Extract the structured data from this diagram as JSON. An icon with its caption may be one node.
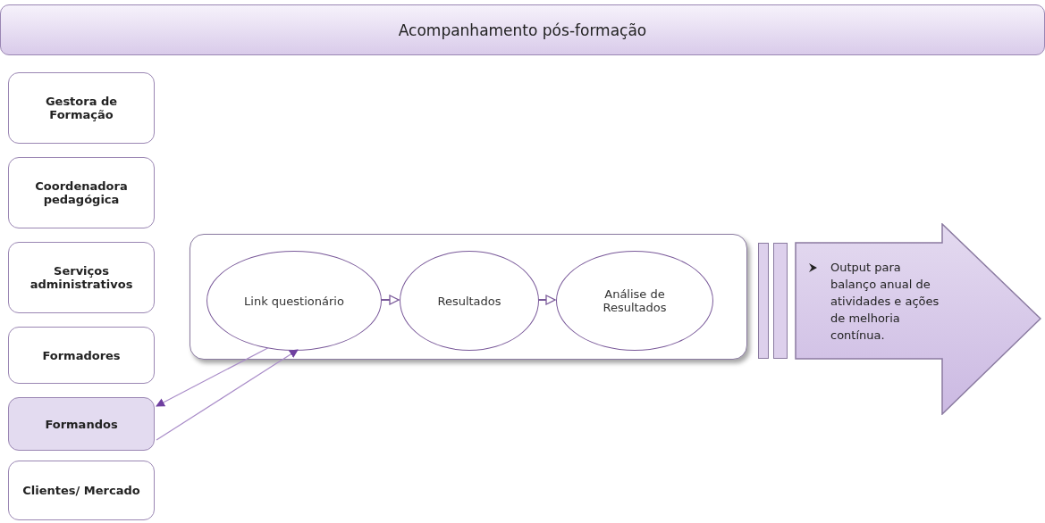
{
  "diagram": {
    "nodes": [
      {
        "text": [
          "Acompanhamento pós-formação"
        ]
      },
      {
        "text": [
          "Gestora de Formação"
        ]
      },
      {
        "text": [
          "Coordenadora pedagógica"
        ]
      },
      {
        "text": [
          "Serviços administrativos"
        ]
      },
      {
        "text": [
          "Formadores"
        ]
      },
      {
        "text": [
          "Formandos"
        ]
      },
      {
        "text": [
          "Clientes/ Mercado"
        ]
      },
      {
        "text": [],
        "shape": "box"
      },
      {
        "text": [
          "Link questionário"
        ],
        "in": 7
      },
      {
        "text": [
          "Resultados"
        ],
        "in": 7
      },
      {
        "text": [
          "Análise de Resultados"
        ],
        "in": 7
      },
      {
        "text": [],
        "shape": "bar"
      },
      {
        "text": [],
        "shape": "bar"
      },
      {
        "text": [
          "Output para balanço anual de atividades e ações de melhoria contínua."
        ]
      }
    ],
    "edges": [
      {
        "from": 8,
        "to": 9,
        "arrow": "to"
      },
      {
        "from": 9,
        "to": 10,
        "arrow": "to"
      },
      {
        "from": 8,
        "to": 5,
        "arrow": "to"
      },
      {
        "from": 5,
        "to": 8,
        "arrow": "to"
      }
    ]
  }
}
